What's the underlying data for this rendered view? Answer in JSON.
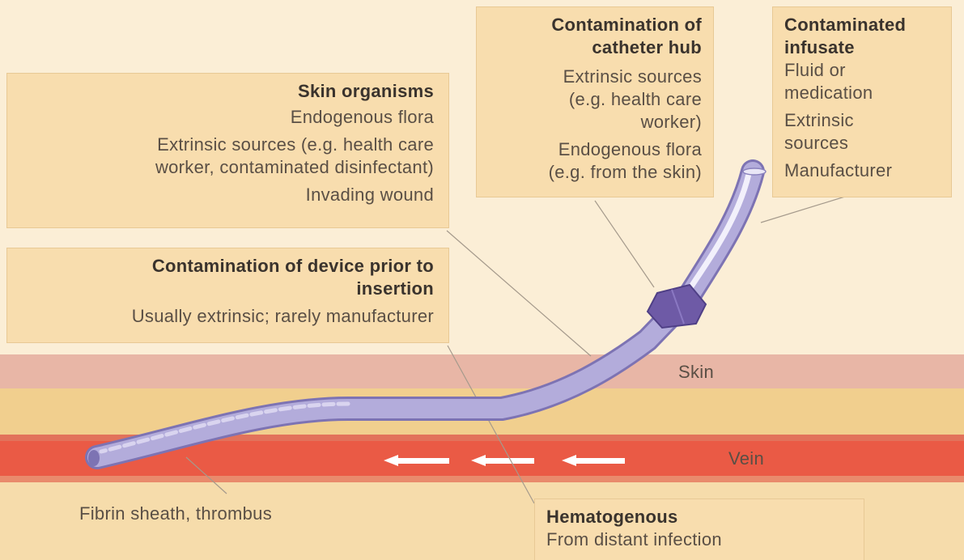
{
  "boxes": {
    "skin_organisms": {
      "title": "Skin organisms",
      "line1": "Endogenous flora",
      "line2a": "Extrinsic sources (e.g. health care",
      "line2b": "worker, contaminated disinfectant)",
      "line3": "Invading wound"
    },
    "device_prior": {
      "title_a": "Contamination of device prior to",
      "title_b": "insertion",
      "line1": "Usually extrinsic; rarely manufacturer"
    },
    "catheter_hub": {
      "title_a": "Contamination of",
      "title_b": "catheter hub",
      "line1a": "Extrinsic sources",
      "line1b": "(e.g. health care",
      "line1c": "worker)",
      "line2a": "Endogenous flora",
      "line2b": "(e.g. from the skin)"
    },
    "infusate": {
      "title_a": "Contaminated",
      "title_b": "infusate",
      "line1a": "Fluid or",
      "line1b": "medication",
      "line2a": "Extrinsic",
      "line2b": "sources",
      "line3": "Manufacturer"
    },
    "hematogenous": {
      "title": "Hematogenous",
      "line1": "From distant infection"
    }
  },
  "labels": {
    "skin": "Skin",
    "vein": "Vein",
    "fibrin": "Fibrin sheath, thrombus"
  },
  "colors": {
    "background": "#fbeed6",
    "box_fill": "#f8ddae",
    "skin_layer": "#e8b6a6",
    "fat_layer": "#f1cf8e",
    "vein": "#ea5a45",
    "catheter": "#a9a1d3",
    "hub": "#6e5aa6"
  }
}
